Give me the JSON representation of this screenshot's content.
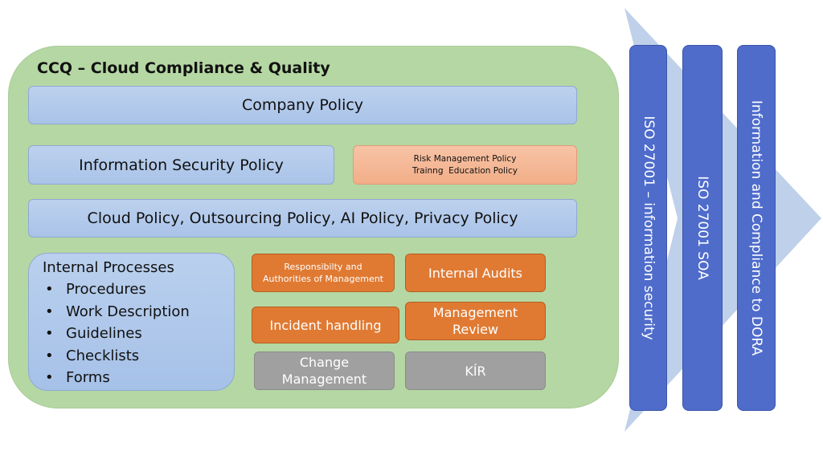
{
  "title": "CCQ – Cloud Compliance & Quality",
  "policies": {
    "company": "Company Policy",
    "infosec": "Information Security Policy",
    "risk_line1": "Risk Management Policy",
    "risk_line2": "Trainng  Education Policy",
    "cloud": "Cloud Policy, Outsourcing Policy, AI Policy, Privacy Policy"
  },
  "internal_processes": {
    "title": "Internal Processes",
    "items": [
      "Procedures",
      "Work Description",
      "Guidelines",
      "Checklists",
      "Forms"
    ]
  },
  "process_boxes": {
    "responsibility_line1": "Responsibilty and",
    "responsibility_line2": "Authorities of Management",
    "internal_audits": "Internal Audits",
    "incident_handling": "Incident handling",
    "management_review_line1": "Management",
    "management_review_line2": "Review",
    "change_management_line1": "Change",
    "change_management_line2": "Management",
    "kir": "KÍR"
  },
  "standards": {
    "iso_infosec": "ISO 27001 – information security",
    "iso_soa": "ISO 27001 SOA",
    "dora": "Information and Compliance to DORA"
  },
  "colors": {
    "green_panel": "#b5d7a3",
    "blue_box": "#afc8ea",
    "peach_box": "#f4b894",
    "orange_box": "#e07a33",
    "gray_box": "#a0a0a0",
    "vertical_bar": "#4f6ccb",
    "arrow": "#bfd0ea"
  }
}
